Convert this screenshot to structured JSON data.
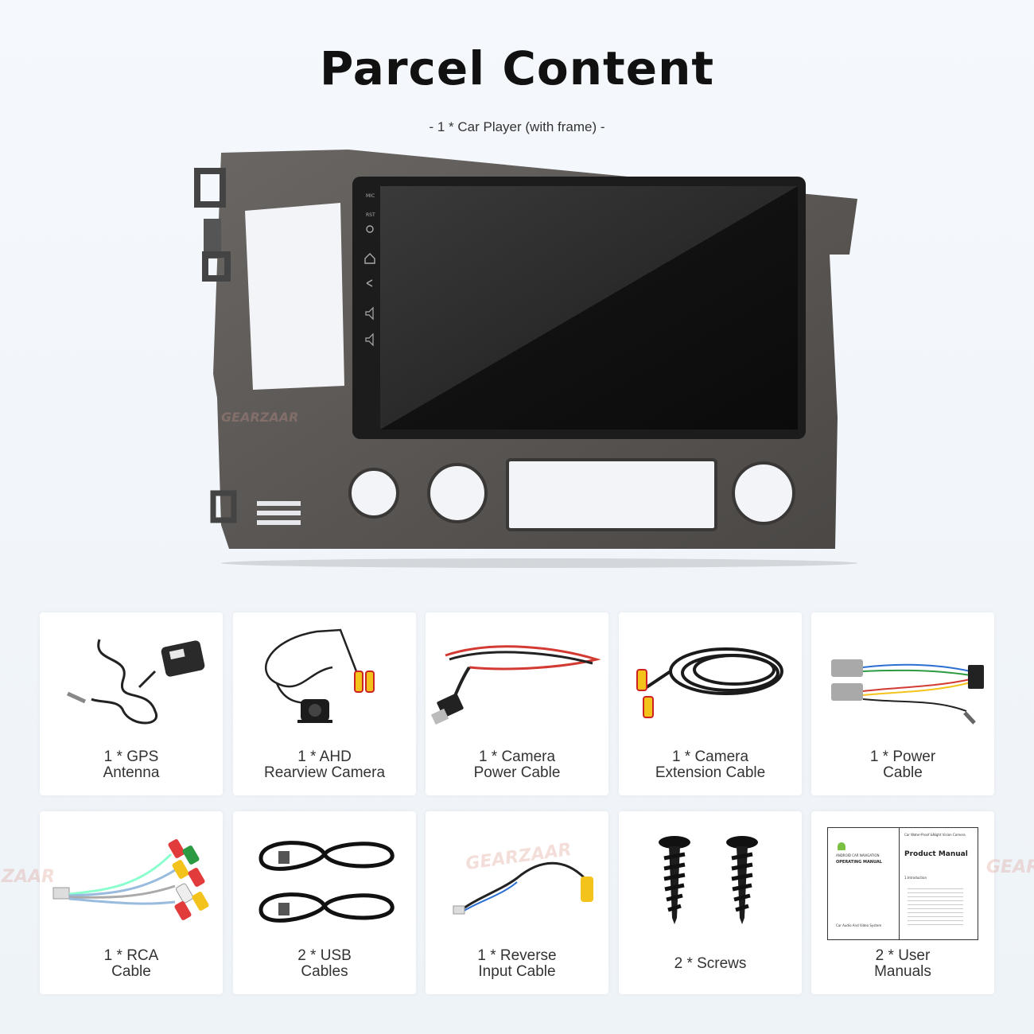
{
  "header": {
    "title": "Parcel Content",
    "subtitle": "- 1 * Car Player (with frame) -"
  },
  "device": {
    "side_buttons": [
      "MIC",
      "RST"
    ]
  },
  "items": [
    {
      "line1": "1 * GPS",
      "line2": "Antenna",
      "icon": "gps-antenna"
    },
    {
      "line1": "1 * AHD",
      "line2": "Rearview Camera",
      "icon": "rearview-camera"
    },
    {
      "line1": "1 * Camera",
      "line2": "Power Cable",
      "icon": "camera-power-cable"
    },
    {
      "line1": "1 * Camera",
      "line2": "Extension Cable",
      "icon": "camera-extension-cable"
    },
    {
      "line1": "1 * Power",
      "line2": "Cable",
      "icon": "power-cable"
    },
    {
      "line1": "1 * RCA",
      "line2": "Cable",
      "icon": "rca-cable"
    },
    {
      "line1": "2 * USB",
      "line2": "Cables",
      "icon": "usb-cables"
    },
    {
      "line1": "1 * Reverse",
      "line2": "Input Cable",
      "icon": "reverse-input-cable"
    },
    {
      "line1": "2 * Screws",
      "line2": "",
      "icon": "screws"
    },
    {
      "line1": "2 * User",
      "line2": "Manuals",
      "icon": "user-manuals"
    }
  ],
  "manual": {
    "left_header": "ANDROID CAR NAVIGATION",
    "left_title": "OPERATING MANUAL",
    "left_footer": "Car Audio And Video System",
    "right_header": "Car Water-Proof &Night Vision Camera",
    "right_title": "Product Manual",
    "right_section": "1.Introduction"
  },
  "watermark": {
    "brand_a": "GEARZAAR",
    "brand_b": "GEARZAAR",
    "brand_c": "ZAAR",
    "brand_d": "GEAR"
  },
  "colors": {
    "frame": "#5b5754",
    "screen": "#111111",
    "card": "#ffffff",
    "cable_red": "#d23a32",
    "cable_yellow": "#f3c31b"
  }
}
